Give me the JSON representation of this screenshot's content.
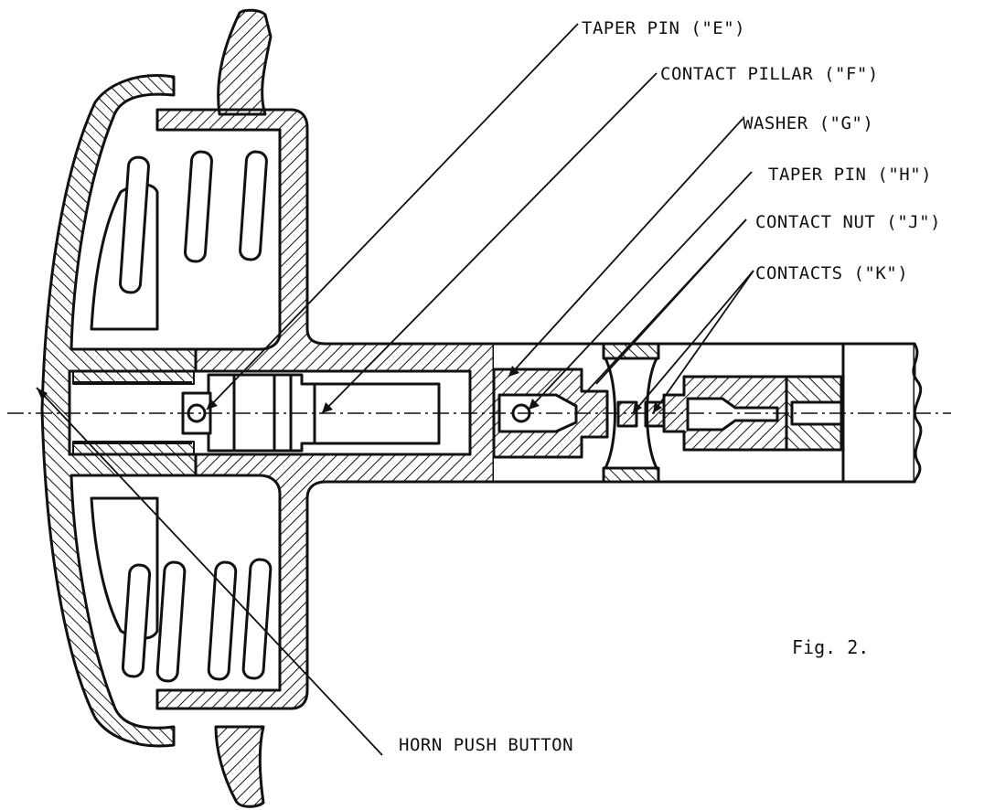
{
  "figure": {
    "caption": "Fig. 2.",
    "ink_color": "#111111",
    "paper_color": "#ffffff"
  },
  "labels": {
    "taper_pin_e": "TAPER PIN (\"E\")",
    "contact_pillar_f": "CONTACT PILLAR (\"F\")",
    "washer_g": "WASHER (\"G\")",
    "taper_pin_h": "TAPER PIN (\"H\")",
    "contact_nut_j": "CONTACT NUT (\"J\")",
    "contacts_k": "CONTACTS (\"K\")",
    "horn_push_button": "HORN PUSH BUTTON"
  }
}
